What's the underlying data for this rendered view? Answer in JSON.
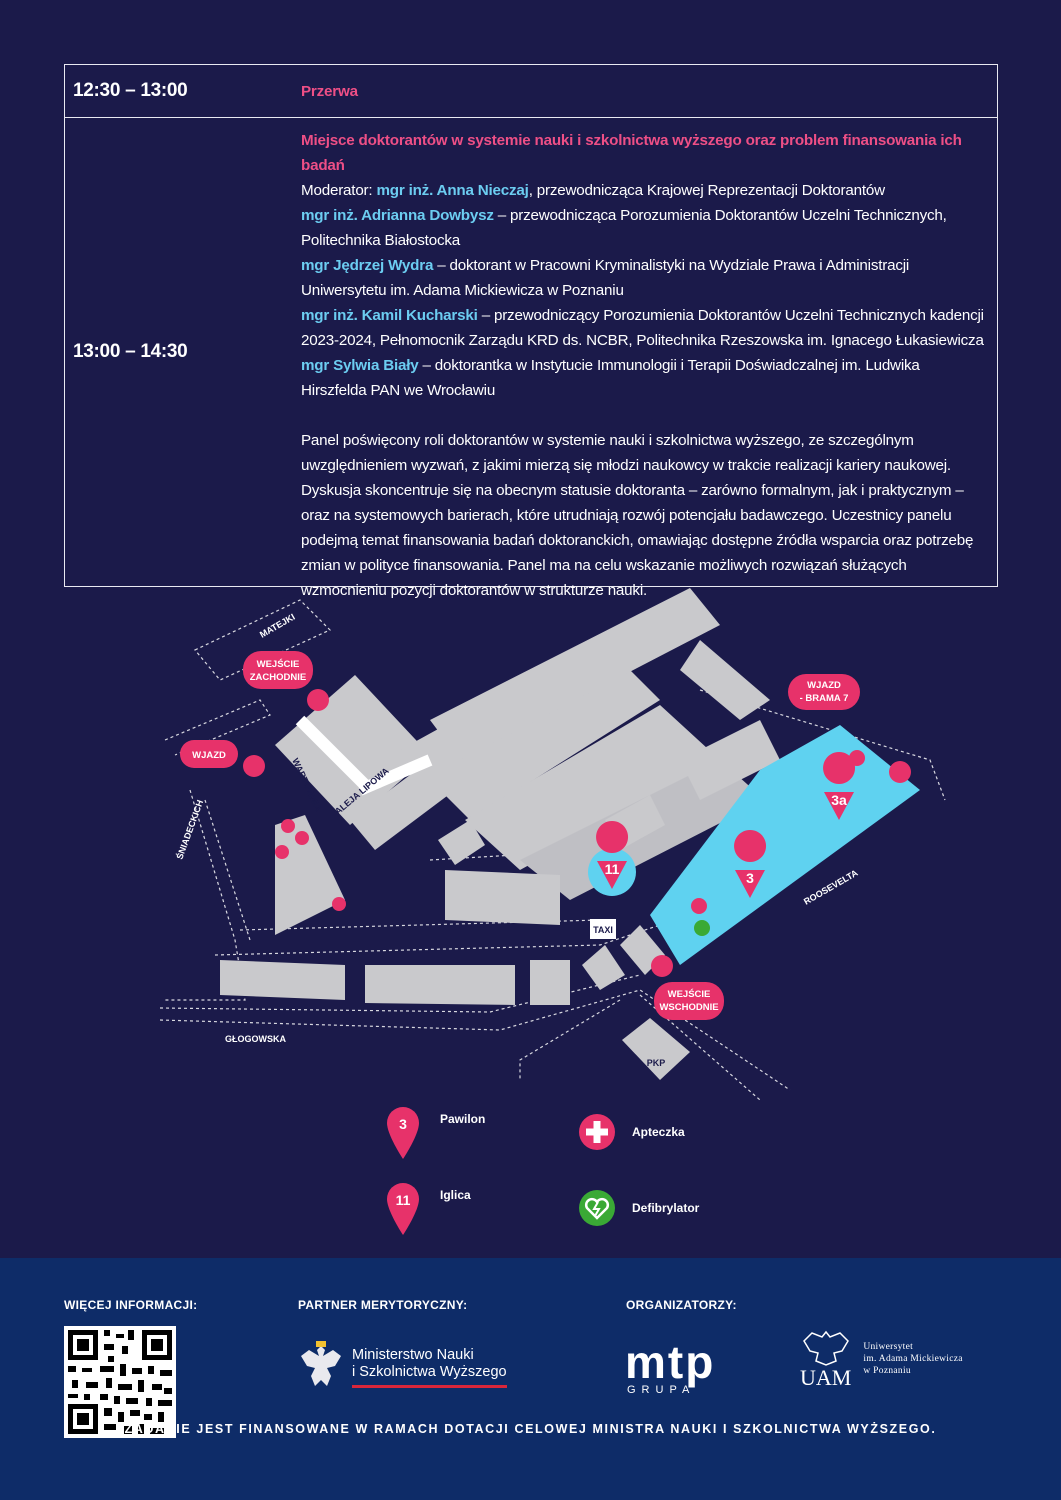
{
  "schedule": {
    "row1": {
      "time": "12:30 – 13:00",
      "title": "Przerwa"
    },
    "row2": {
      "time": "13:00 – 14:30",
      "title": "Miejsce doktorantów w systemie nauki i szkolnictwa wyższego oraz problem finansowania ich badań",
      "moderator_prefix": "Moderator: ",
      "moderator_name": "mgr inż. Anna Nieczaj",
      "moderator_desc": ", przewodnicząca Krajowej Reprezentacji Doktorantów",
      "speakers": [
        {
          "name": "mgr inż. Adrianna Dowbysz",
          "desc": " – przewodnicząca Porozumienia Doktorantów Uczelni Technicznych, Politechnika Białostocka"
        },
        {
          "name": "mgr Jędrzej Wydra",
          "desc": " – doktorant w Pracowni Kryminalistyki na Wydziale Prawa i Administracji Uniwersytetu im. Adama Mickiewicza w Poznaniu"
        },
        {
          "name": "mgr inż. Kamil Kucharski",
          "desc": " – przewodniczący Porozumienia Doktorantów Uczelni Technicznych kadencji 2023-2024, Pełnomocnik Zarządu KRD ds. NCBR, Politechnika Rzeszowska im. Ignacego Łukasiewicza"
        },
        {
          "name": "mgr Sylwia Biały",
          "desc": " – doktorantka w Instytucie Immunologii i Terapii Doświadczalnej im. Ludwika Hirszfelda PAN we Wrocławiu"
        }
      ],
      "description": "Panel poświęcony roli doktorantów w systemie nauki i szkolnictwa wyższego, ze szczególnym uwzględnieniem wyzwań, z jakimi mierzą się młodzi naukowcy w trakcie realizacji kariery naukowej. Dyskusja skoncentruje się na obecnym statusie doktoranta – zarówno formalnym, jak i praktycznym – oraz na systemowych barierach, które utrudniają rozwój potencjału badawczego. Uczestnicy panelu podejmą temat finansowania badań doktoranckich, omawiając dostępne źródła wsparcia oraz potrzebę zmian w polityce finansowania. Panel ma na celu wskazanie możliwych rozwiązań służących wzmocnieniu pozycji doktorantów w strukturze nauki."
    }
  },
  "map": {
    "streets": {
      "matejki": "MATEJKI",
      "sniadeckich": "ŚNIADECKICH",
      "glogowska": "GŁOGOWSKA",
      "roosevelta": "ROOSEVELTA",
      "wartownia": "WARTOWNIA",
      "aleja_lipowa": "ALEJA LIPOWA"
    },
    "labels": {
      "wejscie_zachodnie_1": "WEJŚCIE",
      "wejscie_zachodnie_2": "ZACHODNIE",
      "wjazd": "WJAZD",
      "wjazd_brama_1": "WJAZD",
      "wjazd_brama_2": "- BRAMA 7",
      "wejscie_wschodnie_1": "WEJŚCIE",
      "wejscie_wschodnie_2": "WSCHODNIE",
      "taxi": "TAXI",
      "pkp": "PKP",
      "pin_3": "3",
      "pin_3a": "3a",
      "pin_11": "11"
    },
    "colors": {
      "building": "#c9c9cc",
      "pavilion": "#5fd2f0",
      "accent": "#e7326a",
      "green": "#3aa935"
    }
  },
  "legend": {
    "pawilon": {
      "num": "3",
      "label": "Pawilon"
    },
    "iglica": {
      "num": "11",
      "label": "Iglica"
    },
    "apteczka": {
      "label": "Apteczka"
    },
    "defibrylator": {
      "label": "Defibrylator"
    }
  },
  "footer": {
    "more_info": "WIĘCEJ INFORMACJI:",
    "partner": "PARTNER MERYTORYCZNY:",
    "organizers": "ORGANIZATORZY:",
    "ministry_line1": "Ministerstwo Nauki",
    "ministry_line2": "i Szkolnictwa Wyższego",
    "mtp_logo": "mtp",
    "mtp_sub": "GRUPA",
    "uam_logo": "UAM",
    "uam_line1": "Uniwersytet",
    "uam_line2": "im. Adama Mickiewicza",
    "uam_line3": "w Poznaniu",
    "note": "ZADANIE JEST FINANSOWANE W RAMACH DOTACJI CELOWEJ MINISTRA NAUKI I SZKOLNICTWA WYŻSZEGO."
  }
}
